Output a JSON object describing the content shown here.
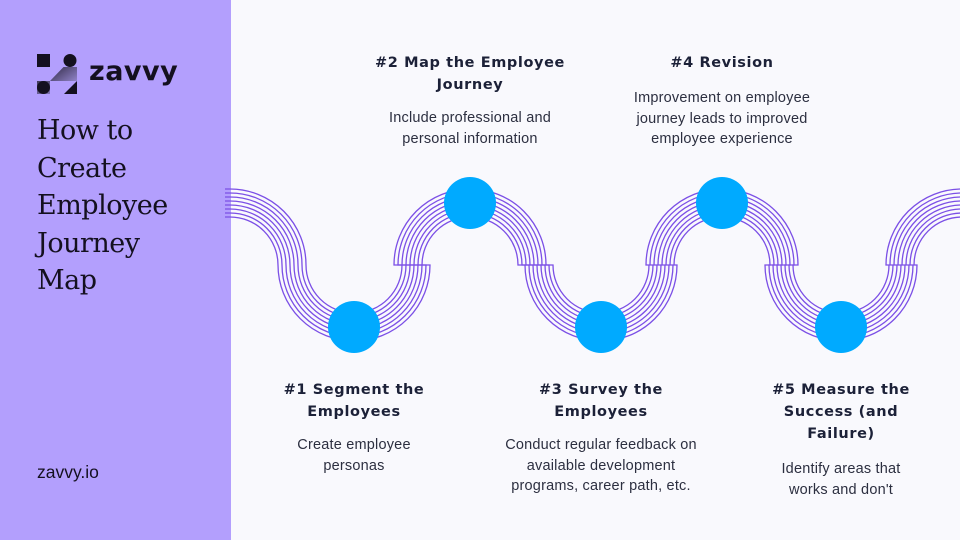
{
  "brand": {
    "name": "zavvy",
    "logo_icon": "zavvy-logo-icon",
    "website": "zavvy.io"
  },
  "title": {
    "lines": [
      "How to",
      "Create",
      "Employee",
      "Journey",
      "Map"
    ]
  },
  "colors": {
    "sidebar": "#b39ffd",
    "background": "#f9f9fd",
    "wave_lines": "#7b4fe6",
    "milestone": "#00aaff",
    "heading_text": "#1c2138"
  },
  "steps": [
    {
      "heading": "#1 Segment the Employees",
      "description": "Create employee personas"
    },
    {
      "heading": "#2 Map the Employee Journey",
      "description": "Include professional and personal information"
    },
    {
      "heading": "#3 Survey the Employees",
      "description": "Conduct regular feedback on available development programs, career path, etc."
    },
    {
      "heading": "#4 Revision",
      "description": "Improvement on employee journey leads to improved employee experience"
    },
    {
      "heading": "#5 Measure the Success (and Failure)",
      "description": "Identify areas that works and don't"
    }
  ]
}
